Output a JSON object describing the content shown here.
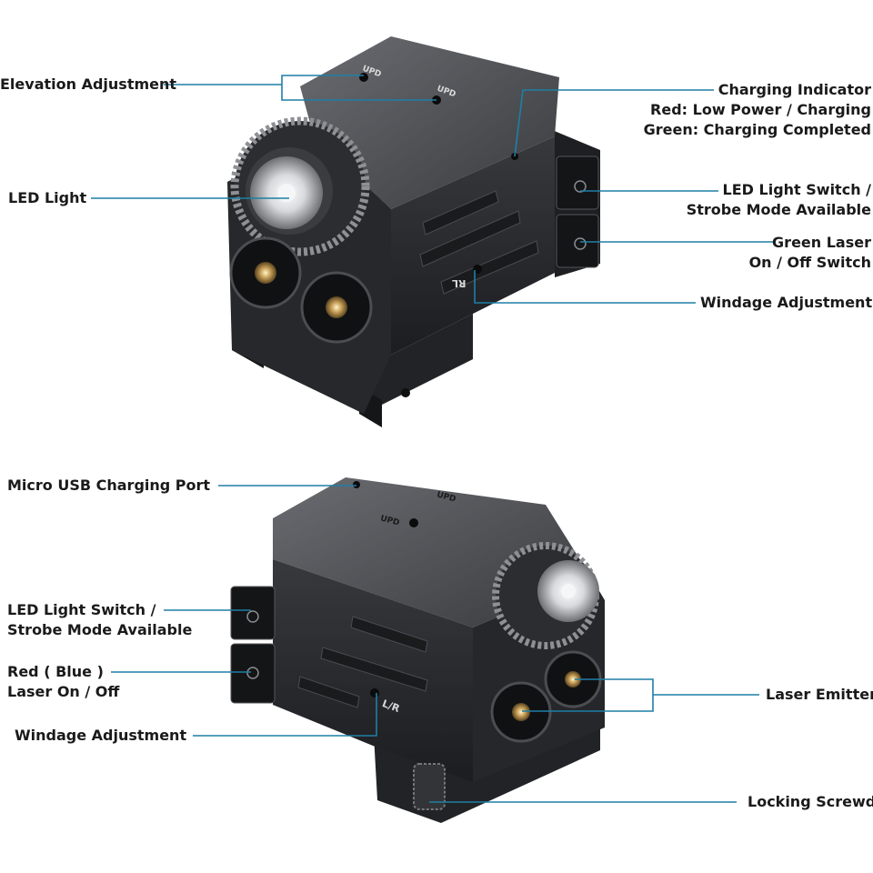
{
  "colors": {
    "leader_line": "#1f7fa6",
    "body_dark": "#2b2c2f",
    "body_mid": "#3d3e42",
    "top_plate": "#55575c",
    "lens_brass": "#c9a15a"
  },
  "top_device": {
    "knob_labels": [
      "UPD",
      "UPD"
    ],
    "windage_mark": "RL",
    "labels": {
      "elevation": "Elevation Adjustment",
      "charging_title": "Charging Indicator",
      "charging_red": "Red: Low Power / Charging",
      "charging_green": "Green: Charging Completed",
      "led_light": "LED Light",
      "switch_line1": "LED Light Switch /",
      "switch_line2": "Strobe Mode Available",
      "green_laser_line1": "Green Laser",
      "green_laser_line2": "On / Off Switch",
      "windage": "Windage Adjustment"
    }
  },
  "bottom_device": {
    "knob_labels": [
      "UPD",
      "UPD"
    ],
    "windage_mark": "L/R",
    "labels": {
      "usb": "Micro USB Charging Port",
      "switch_line1": "LED Light Switch /",
      "switch_line2": "Strobe Mode Available",
      "red_laser_line1": "Red ( Blue )",
      "red_laser_line2": "Laser On / Off",
      "windage": "Windage Adjustment",
      "emitter": "Laser Emitter",
      "locking": "Locking Screwd"
    }
  }
}
